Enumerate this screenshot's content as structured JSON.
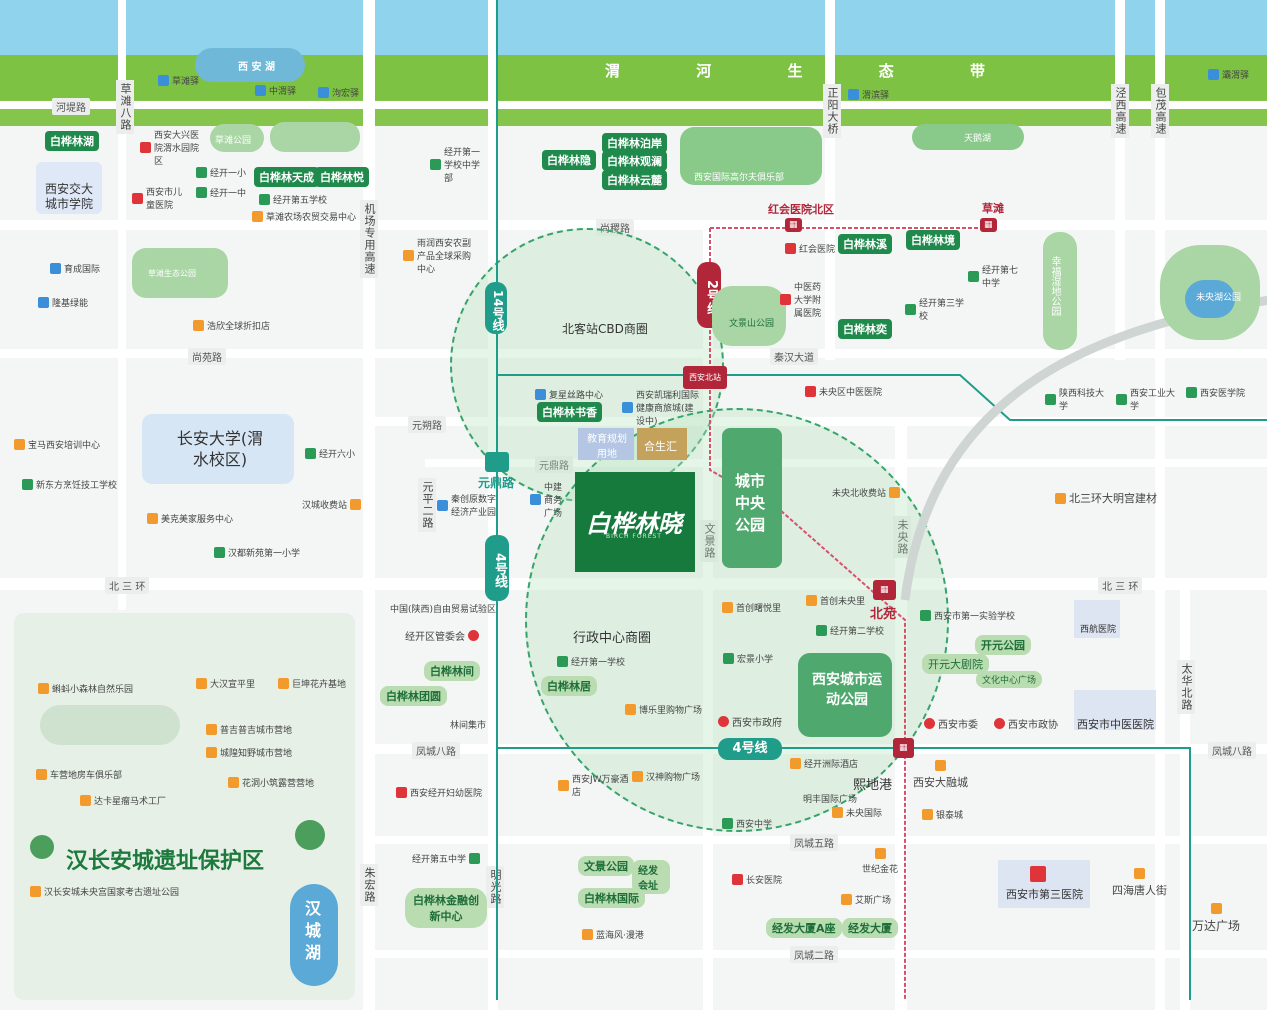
{
  "water": {
    "north_lake": "西 安 湖",
    "river_band": [
      "渭",
      "河",
      "生",
      "态",
      "带"
    ],
    "hancheng_lake": "汉城湖",
    "tianhu": "天鹅湖"
  },
  "roads_h": {
    "hetan": "河堤路",
    "shangji": "尚稷路",
    "shangyuan": "尚苑路",
    "yuanshuo": "元朔路",
    "yuanding": "元鼎路",
    "beisanhuan_w": "北 三 环",
    "beisanhuan_e": "北 三 环",
    "fengcheng8_w": "凤城八路",
    "fengcheng8_e": "凤城八路",
    "fengcheng5": "凤城五路",
    "fengcheng2": "凤城二路",
    "qinhan": "秦汉大道"
  },
  "roads_v": {
    "caotan8": "草滩八路",
    "jichang": "机场专用高速",
    "zhengyang": "正阳大桥",
    "jingxi": "泾西高速",
    "baomao": "包茂高速",
    "wenjing": "文景路",
    "weiyang": "未央路",
    "zhuhong": "朱宏路",
    "mingguang": "明光路",
    "yuanping": "元平二路",
    "taihua": "太华北路"
  },
  "metro": {
    "line2": "2号线",
    "line4_v": "4号线",
    "line4_h": "4号线",
    "line14": "14号线",
    "stations": {
      "hongfu_north": "红会医院北区",
      "caotan": "草滩",
      "xian_north": "西安北站",
      "yuanding": "元鼎路",
      "beiyuan": "北苑",
      "xiditang": "熙地港"
    }
  },
  "districts": {
    "cbd": "北客站CBD商圈",
    "admin": "行政中心商圈",
    "central_park": "城市中央公园",
    "sports_park": "西安城市运动公园",
    "chang_an_uni": "长安大学(渭水校区)",
    "heritage": "汉长安城遗址保护区",
    "xijiao": "西安交大城市学院"
  },
  "project": {
    "name": "白桦林晓",
    "sub": "BIRCH FOREST"
  },
  "green_tags": [
    "白桦林湖",
    "白桦林天成",
    "白桦林悦",
    "白桦林隐",
    "白桦林泊岸",
    "白桦林观澜",
    "白桦林云麓",
    "白桦林溪",
    "白桦林境",
    "白桦林奕",
    "白桦林书香",
    "白桦林间",
    "白桦林团圆",
    "白桦林居",
    "白桦林国际"
  ],
  "parks": {
    "golf": "西安国际高尔夫俱乐部",
    "wenjing_park": "文景山公园",
    "weiyang_park": "未央湖公园",
    "xingfu": "幸福湿地公园",
    "caotan_park": "草滩公园",
    "caotan_farm": "草滩生态公园",
    "wenjing_park2": "文景公园",
    "jingfa": "经发会址",
    "kaiyuan": "开元公园",
    "jinrong": "白桦林金融创新中心"
  },
  "pois": {
    "jingkai_1": "经开第一学校中学部",
    "jingkai_2": "经开一小",
    "jingkai_3": "经开一中",
    "jingkai_5": "经开第五学校",
    "caotan_farm_mkt": "草滩农场农贸交易中心",
    "xa_child": "西安市儿童医院",
    "xa_daxing": "西安大兴医院渭水园院区",
    "yucheng": "育成国际",
    "longji": "隆基绿能",
    "haoxin": "浩欣全球折扣店",
    "xian_agri": "雨润西安农副产品全球采购中心",
    "hongfu_hos": "红会医院",
    "zhongyi": "中医药大学附属医院",
    "jingkai_7": "经开第七中学",
    "jingkai_3s": "经开第三学校",
    "kexuan": "复星丝路中心",
    "yuanchuang": "西安凯瑞利国际健康商旅城(建设中)",
    "jiaoyu": "教育规划用地",
    "hesheng": "合生汇",
    "weiyang_hos": "未央区中医医院",
    "shaanxi_tech": "陕西科技大学",
    "xian_industry": "西安工业大学",
    "xian_medical": "西安医学院",
    "baoma": "宝马西安培训中心",
    "xindongfang": "新东方烹饪技工学校",
    "meike": "美克美家服务中心",
    "handu": "汉都新苑第一小学",
    "jingkai_6": "经开六小",
    "hancheng_toll": "汉城收费站",
    "zhongjian": "中建商务广场",
    "qinchuang": "秦创原数字经济产业园",
    "weiyang_toll": "未央北收费站",
    "bei3_damming": "北三环大明宫建材",
    "ziyou": "中国(陕西)自由贸易试验区",
    "jingkai_gwh": "经开区管委会",
    "shouchuang": "首创曙悦里",
    "shouchuang2": "首创未央里",
    "jingkai_2s": "经开第二学校",
    "hongjing": "宏景小学",
    "jingkai_1s": "经开第一学校",
    "bole": "博乐里购物广场",
    "xa_gov": "西安市政府",
    "xa_1st": "西安市第一实验学校",
    "kaiyuan_theater": "开元大剧院",
    "culture": "文化中心广场",
    "xa_committee": "西安市委",
    "xa_cppcc": "西安市政协",
    "xa_chinese": "西安市中医医院",
    "xa_hos_north": "西航医院",
    "linjian": "林间集市",
    "jingkai_women": "西安经开妇幼医院",
    "jw": "西安JW万豪酒店",
    "hanshen": "汉神购物广场",
    "jingkai_hotel": "经开洲际酒店",
    "mingfeng": "明丰国际广场",
    "weiyang_int": "未央国际",
    "yinchuang": "银泰城",
    "xa_middle": "西安中学",
    "xa_dadu": "西安大融城",
    "shiji": "世纪金花",
    "changan_hos": "长安医院",
    "aina": "艾斯广场",
    "jingkai_5m": "经开第五中学",
    "lanhai": "蓝海风·漫港",
    "xa_3rd_hos": "西安市第三医院",
    "sihai": "四海唐人街",
    "wanda": "万达广场",
    "jingfa_a": "经发大厦A座",
    "jingfa_b": "经发大厦",
    "hancheng_wei": "汉长安城未央宫国家考古遗址公园",
    "frog_park": "蝌蚪小森林自然乐园",
    "dahan": "大汉宣平里",
    "jukun": "巨坤花卉基地",
    "puji": "普吉普吉城市营地",
    "chengchi": "城隍知野城市营地",
    "chejing": "车营地房车俱乐部",
    "huadong": "花洞小筑露营营地",
    "daka": "达卡星瘤马术工厂",
    "wei_station1": "草滩驿",
    "wei_station2": "中渭驿",
    "wei_station3": "泃宏驿",
    "wei_station4": "渭滨驿",
    "wei_station5": "灞渭驿"
  },
  "colors": {
    "river": "#8fd3ec",
    "greenband": "#7dc242",
    "metro_red": "#b2263a",
    "metro_teal": "#1f9c8a",
    "project_green": "#157a3c",
    "tag_green": "#1f8a4c"
  }
}
